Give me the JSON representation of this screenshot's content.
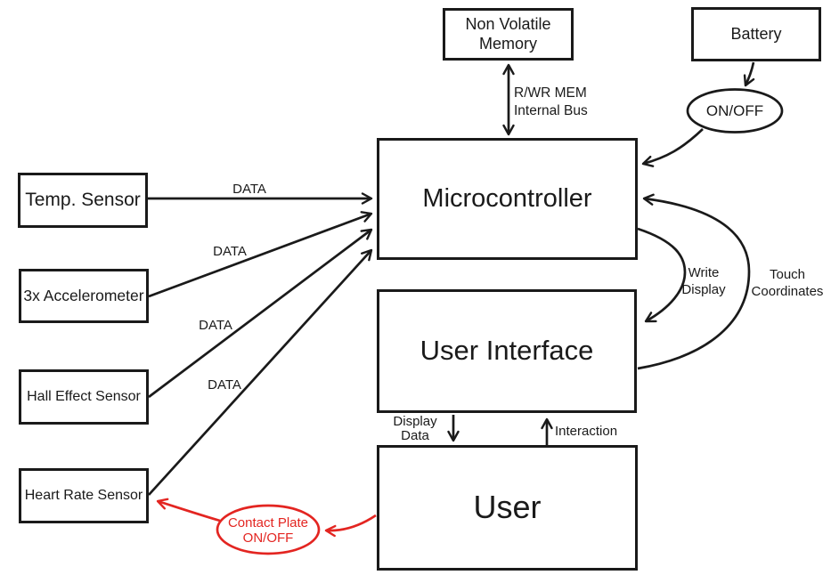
{
  "colors": {
    "line": "#1a1a1a",
    "accent_red": "#e32521",
    "background": "#ffffff"
  },
  "nodes": {
    "memory": {
      "label": "Non Volatile Memory"
    },
    "battery": {
      "label": "Battery"
    },
    "power_switch": {
      "label": "ON/OFF"
    },
    "microcontroller": {
      "label": "Microcontroller"
    },
    "temp_sensor": {
      "label": "Temp. Sensor"
    },
    "accelerometer": {
      "label": "3x Accelerometer"
    },
    "hall_sensor": {
      "label": "Hall Effect Sensor"
    },
    "heart_sensor": {
      "label": "Heart Rate Sensor"
    },
    "user_interface": {
      "label": "User Interface"
    },
    "user": {
      "label": "User"
    },
    "contact_plate": {
      "label": "Contact Plate ON/OFF"
    }
  },
  "edges": {
    "mem_bus": "R/WR MEM Internal Bus",
    "data_temp": "DATA",
    "data_accel": "DATA",
    "data_hall": "DATA",
    "data_heart": "DATA",
    "write_display": "Write Display",
    "touch_coordinates": "Touch Coordinates",
    "display_data": "Display Data",
    "interaction": "Interaction"
  }
}
